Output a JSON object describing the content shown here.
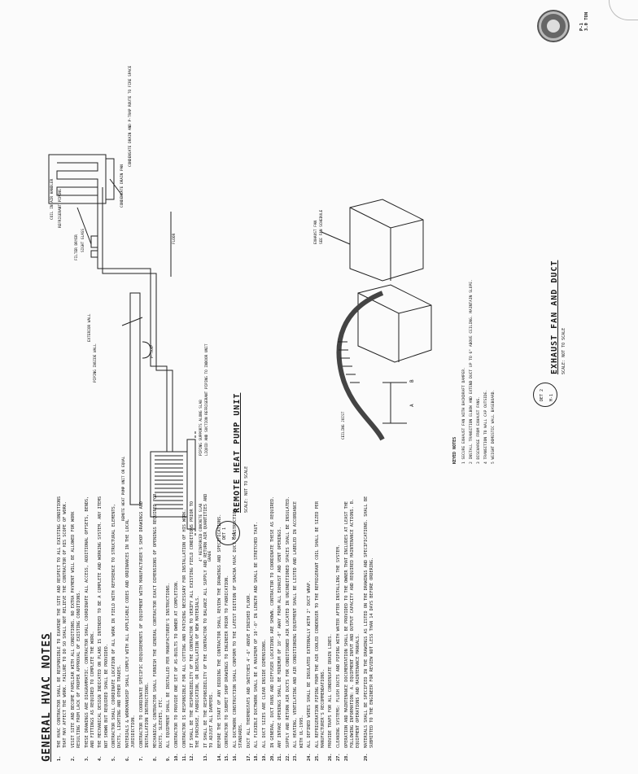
{
  "sheet": {
    "tag": "P-1\n3.0 TON"
  },
  "hvac_notes": {
    "title": "GENERAL HVAC NOTES",
    "items": [
      {
        "num": "1.",
        "text": "THE HVAC CONTRACTOR SHALL BE RESPONSIBLE TO EXAMINE THE SITE AND RESPECT TO ALL EXISTING CONDITIONS THAT MAY AFFECT THE WORK. FAILURE TO DO SO SHALL NOT RELIEVE THE CONTRACTOR OF HIS SCOPE OF WORK."
      },
      {
        "num": "2.",
        "text": "VISIT SITE AND BECOME FAMILIAR WITH ALL CONDITIONS. NO EXTRA PAYMENT WILL BE ALLOWED FOR WORK RESULTING FROM LACK OF PROPER APPROVAL OF EXISTING CONDITIONS."
      },
      {
        "num": "3.",
        "text": "THESE DRAWINGS ARE DIAGRAMMATIC. CONTRACTOR SHALL COORDINATE ALL ACCESS, ADDITIONAL OFFSETS, BENDS, AND FITTINGS AS REQUIRED TO COMPLETE THE WORK."
      },
      {
        "num": "4.",
        "text": "THE MECHANICAL DESIGN INDICATED ON PLANS IS INTENDED TO BE A COMPLETE AND WORKING SYSTEM. ANY ITEMS NOT SHOWN BUT REQUIRED SHALL BE PROVIDED."
      },
      {
        "num": "5.",
        "text": "CONTRACTOR SHALL COORDINATE LOCATION OF ALL WORK IN FIELD WITH REFERENCE TO STRUCTURAL ELEMENTS, DUCTS, LIGHTING AND OTHER TRADES."
      },
      {
        "num": "6.",
        "text": "MATERIALS & WORKMANSHIP SHALL COMPLY WITH ALL APPLICABLE CODES AND ORDINANCES IN THE LOCAL JURISDICTION."
      },
      {
        "num": "7.",
        "text": "CONTRACTOR TO COORDINATE SPECIFIC REQUIREMENTS OF EQUIPMENT WITH MANUFACTURER'S SHOP DRAWINGS AND INSTALLATION INSTRUCTIONS."
      },
      {
        "num": "8.",
        "text": "MECHANICAL CONTRACTOR SHALL FURNISH THE GENERAL CONTRACTOR EXACT DIMENSIONS OF OPENINGS REQUIRED FOR DUCTS, SLEEVES, ETC."
      },
      {
        "num": "9.",
        "text": "ALL EQUIPMENT SHALL BE INSTALLED PER MANUFACTURER'S INSTRUCTIONS."
      },
      {
        "num": "10.",
        "text": "CONTRACTOR TO PROVIDE ONE SET OF AS-BUILTS TO OWNER AT COMPLETION."
      },
      {
        "num": "11.",
        "text": "CONTRACTOR IS RESPONSIBLE FOR ALL CUTTING AND PATCHING NECESSARY FOR INSTALLATION OF HIS WORK."
      },
      {
        "num": "12.",
        "text": "IT SHALL BE THE RESPONSIBILITY OF THE CONTRACTOR TO VERIFY ALL EXISTING FIELD CONDITIONS PRIOR TO THE PURCHASE, FABRICATION, OR INSTALLATION OF NEW MATERIALS."
      },
      {
        "num": "13.",
        "text": "IT SHALL BE THE RESPONSIBILITY OF THE CONTRACTOR TO BALANCE ALL SUPPLY AND RETURN AIR QUANTITIES AND TO ADJUST ALL DAMPERS."
      },
      {
        "num": "14.",
        "text": "BEFORE THE START OF ANY BIDDING THE CONTRACTOR SHALL REVIEW THE DRAWINGS AND SPECIFICATIONS."
      },
      {
        "num": "15.",
        "text": "CONTRACTOR TO SUBMIT SHOP DRAWINGS TO ENGINEER PRIOR TO FABRICATION."
      },
      {
        "num": "16.",
        "text": "ALL DUCTWORK CONSTRUCTION SHALL CONFORM TO THE LATEST EDITION OF SMACNA HVAC DUCT CONSTRUCTION STANDARDS."
      },
      {
        "num": "17.",
        "text": "DUCT ALL THERMOSTATS AND SWITCHES 4'-6\" ABOVE FINISHED FLOOR."
      },
      {
        "num": "18.",
        "text": "ALL FLEXIBLE DUCTWORK SHALL BE A MAXIMUM OF 10'-0\" IN LENGTH AND SHALL BE STRETCHED TAUT."
      },
      {
        "num": "19.",
        "text": "ALL DUCT SIZES ARE CLEAR INSIDE DIMENSIONS."
      },
      {
        "num": "20.",
        "text": "IN GENERAL, DUCT RUNS AND DIFFUSER LOCATIONS ARE SHOWN. CONTRACTOR TO COORDINATE THESE AS REQUIRED."
      },
      {
        "num": "21.",
        "text": "ANY INTAKE OPENINGS SHALL BE MINIMUM OF 10'-0\" AWAY FROM ALL EXHAUST AND VENT OPENINGS."
      },
      {
        "num": "22.",
        "text": "SUPPLY AND RETURN AIR DUCTS FOR CONDITIONED AIR LOCATED IN UNCONDITIONED SPACES SHALL BE INSULATED."
      },
      {
        "num": "23.",
        "text": "ALL HEATING, VENTILATING AND AIR CONDITIONING EQUIPMENT SHALL BE LISTED AND LABELED IN ACCORDANCE WITH UL-1995."
      },
      {
        "num": "24.",
        "text": "ALL DEFINED WIRES SHALL BE INSULATED EXTERNALLY WITH 2\" DUCT WRAP."
      },
      {
        "num": "25.",
        "text": "ALL REFRIGERATION PIPING FROM THE AIR COOLED CONDENSER TO THE REFRIGERANT COIL SHALL BE SIZED PER MANUFACTURER'S RECOMMENDATIONS."
      },
      {
        "num": "26.",
        "text": "PROVIDE TRAPS FOR ALL CONDENSATE DRAIN LINES."
      },
      {
        "num": "27.",
        "text": "CLEANING SYSTEMS: FLUSH DUCTS AND PIPING WITH WATER AFTER INSTALLING THE SYSTEM."
      },
      {
        "num": "28.",
        "text": "OPERATION AND MAINTENANCE DOCUMENTATION SHALL BE PROVIDED TO THE OWNER THAT INCLUDES AT LEAST THE FOLLOWING INFORMATION: A. EQUIPMENT INPUT AND OUTPUT CAPACITY AND REQUIRED MAINTENANCE ACTIONS. B. EQUIPMENT OPERATIONS AND MAINTENANCE MANUALS."
      },
      {
        "num": "29.",
        "text": "MATERIALS SHALL BE SPECIFIED IN THE DRAWINGS AS LISTED ON THE DRAWINGS AND SPECIFICATIONS. SHALL BE SUBMITTED TO THE ENGINEER FOR REVIEW NOT LESS THAN 14 DAYS BEFORE ORDERING."
      }
    ]
  },
  "detail_1": {
    "bubble_top": "DET 1",
    "bubble_bottom": "M-1",
    "title": "REMOTE HEAT PUMP UNIT",
    "scale": "SCALE: NOT TO SCALE",
    "labels": {
      "exterior_wall": "EXTERIOR WALL",
      "piping_inside_wall": "PIPING INSIDE WALL",
      "remote_unit": "REMOTE HEAT PUMP UNIT OR EQUAL",
      "concrete_slab": "4\" REINFORCED CONCRETE SLAB",
      "grade": "GRADE",
      "p_trap": "P-TRAP",
      "piping_supports": "PIPING SUPPORTS ALONG SLAB",
      "liquid_suction": "LIQUID AND SUCTION REFRIGERANT PIPING TO INDOOR UNIT",
      "floor": "FLOOR",
      "filter_dryer": "FILTER DRYER",
      "sight_glass": "SIGHT GLASS",
      "air_handler": "COIL IN AIR HANDLER",
      "refrigerant_piping": "REFRIGERANT PIPING",
      "condensate_drain_pan": "CONDENSATE DRAIN PAN",
      "condensate_drain": "CONDENSATE DRAIN AND P-TRAP ROUTE TO FIRE SPACE"
    }
  },
  "detail_2": {
    "bubble_top": "DET 2",
    "bubble_bottom": "M-1",
    "title": "EXHAUST FAN AND DUCT",
    "scale": "SCALE: NOT TO SCALE",
    "labels": {
      "exhaust_fan": "EXHAUST FAN",
      "see_fan_schedule": "SEE FAN SCHEDULE",
      "ceiling_joist": "CEILING JOIST",
      "dim_a": "A",
      "dim_b": "B"
    },
    "legend_title": "KEYED NOTES",
    "legend": [
      "1 SECURE EXHAUST FAN WITH BACKDRAFT DAMPER.",
      "2 INSTALL TRANSITION ELBOW AND EXTEND DUCT UP TO 6\" ABOVE CEILING. MAINTAIN SLOPE.",
      "3 DISCHARGE FROM EXHAUST FANS.",
      "4 TRANSITION TO WALL CAP OUTSIDE.",
      "5 WEIGHT DOMESTIC WALL BASEBOARD."
    ]
  }
}
